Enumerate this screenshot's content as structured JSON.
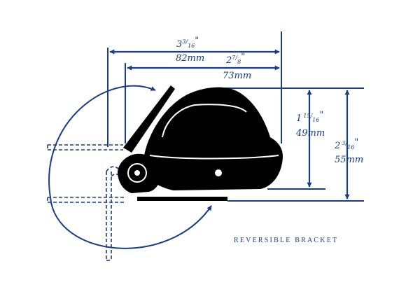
{
  "colors": {
    "line": "#1a3d7c",
    "ink": "#000000",
    "background": "#ffffff"
  },
  "caption": "REVERSIBLE BRACKET",
  "dimensions": {
    "overall_width": {
      "whole": "3",
      "num": "3",
      "den": "16",
      "inch": "\"",
      "mm": "82mm"
    },
    "housing_width": {
      "whole": "2",
      "num": "7",
      "den": "8",
      "inch": "\"",
      "mm": "73mm"
    },
    "housing_height": {
      "whole": "1",
      "num": "15",
      "den": "16",
      "inch": "\"",
      "mm": "49mm"
    },
    "overall_height": {
      "whole": "2",
      "num": "3",
      "den": "16",
      "inch": "\"",
      "mm": "55mm"
    }
  }
}
